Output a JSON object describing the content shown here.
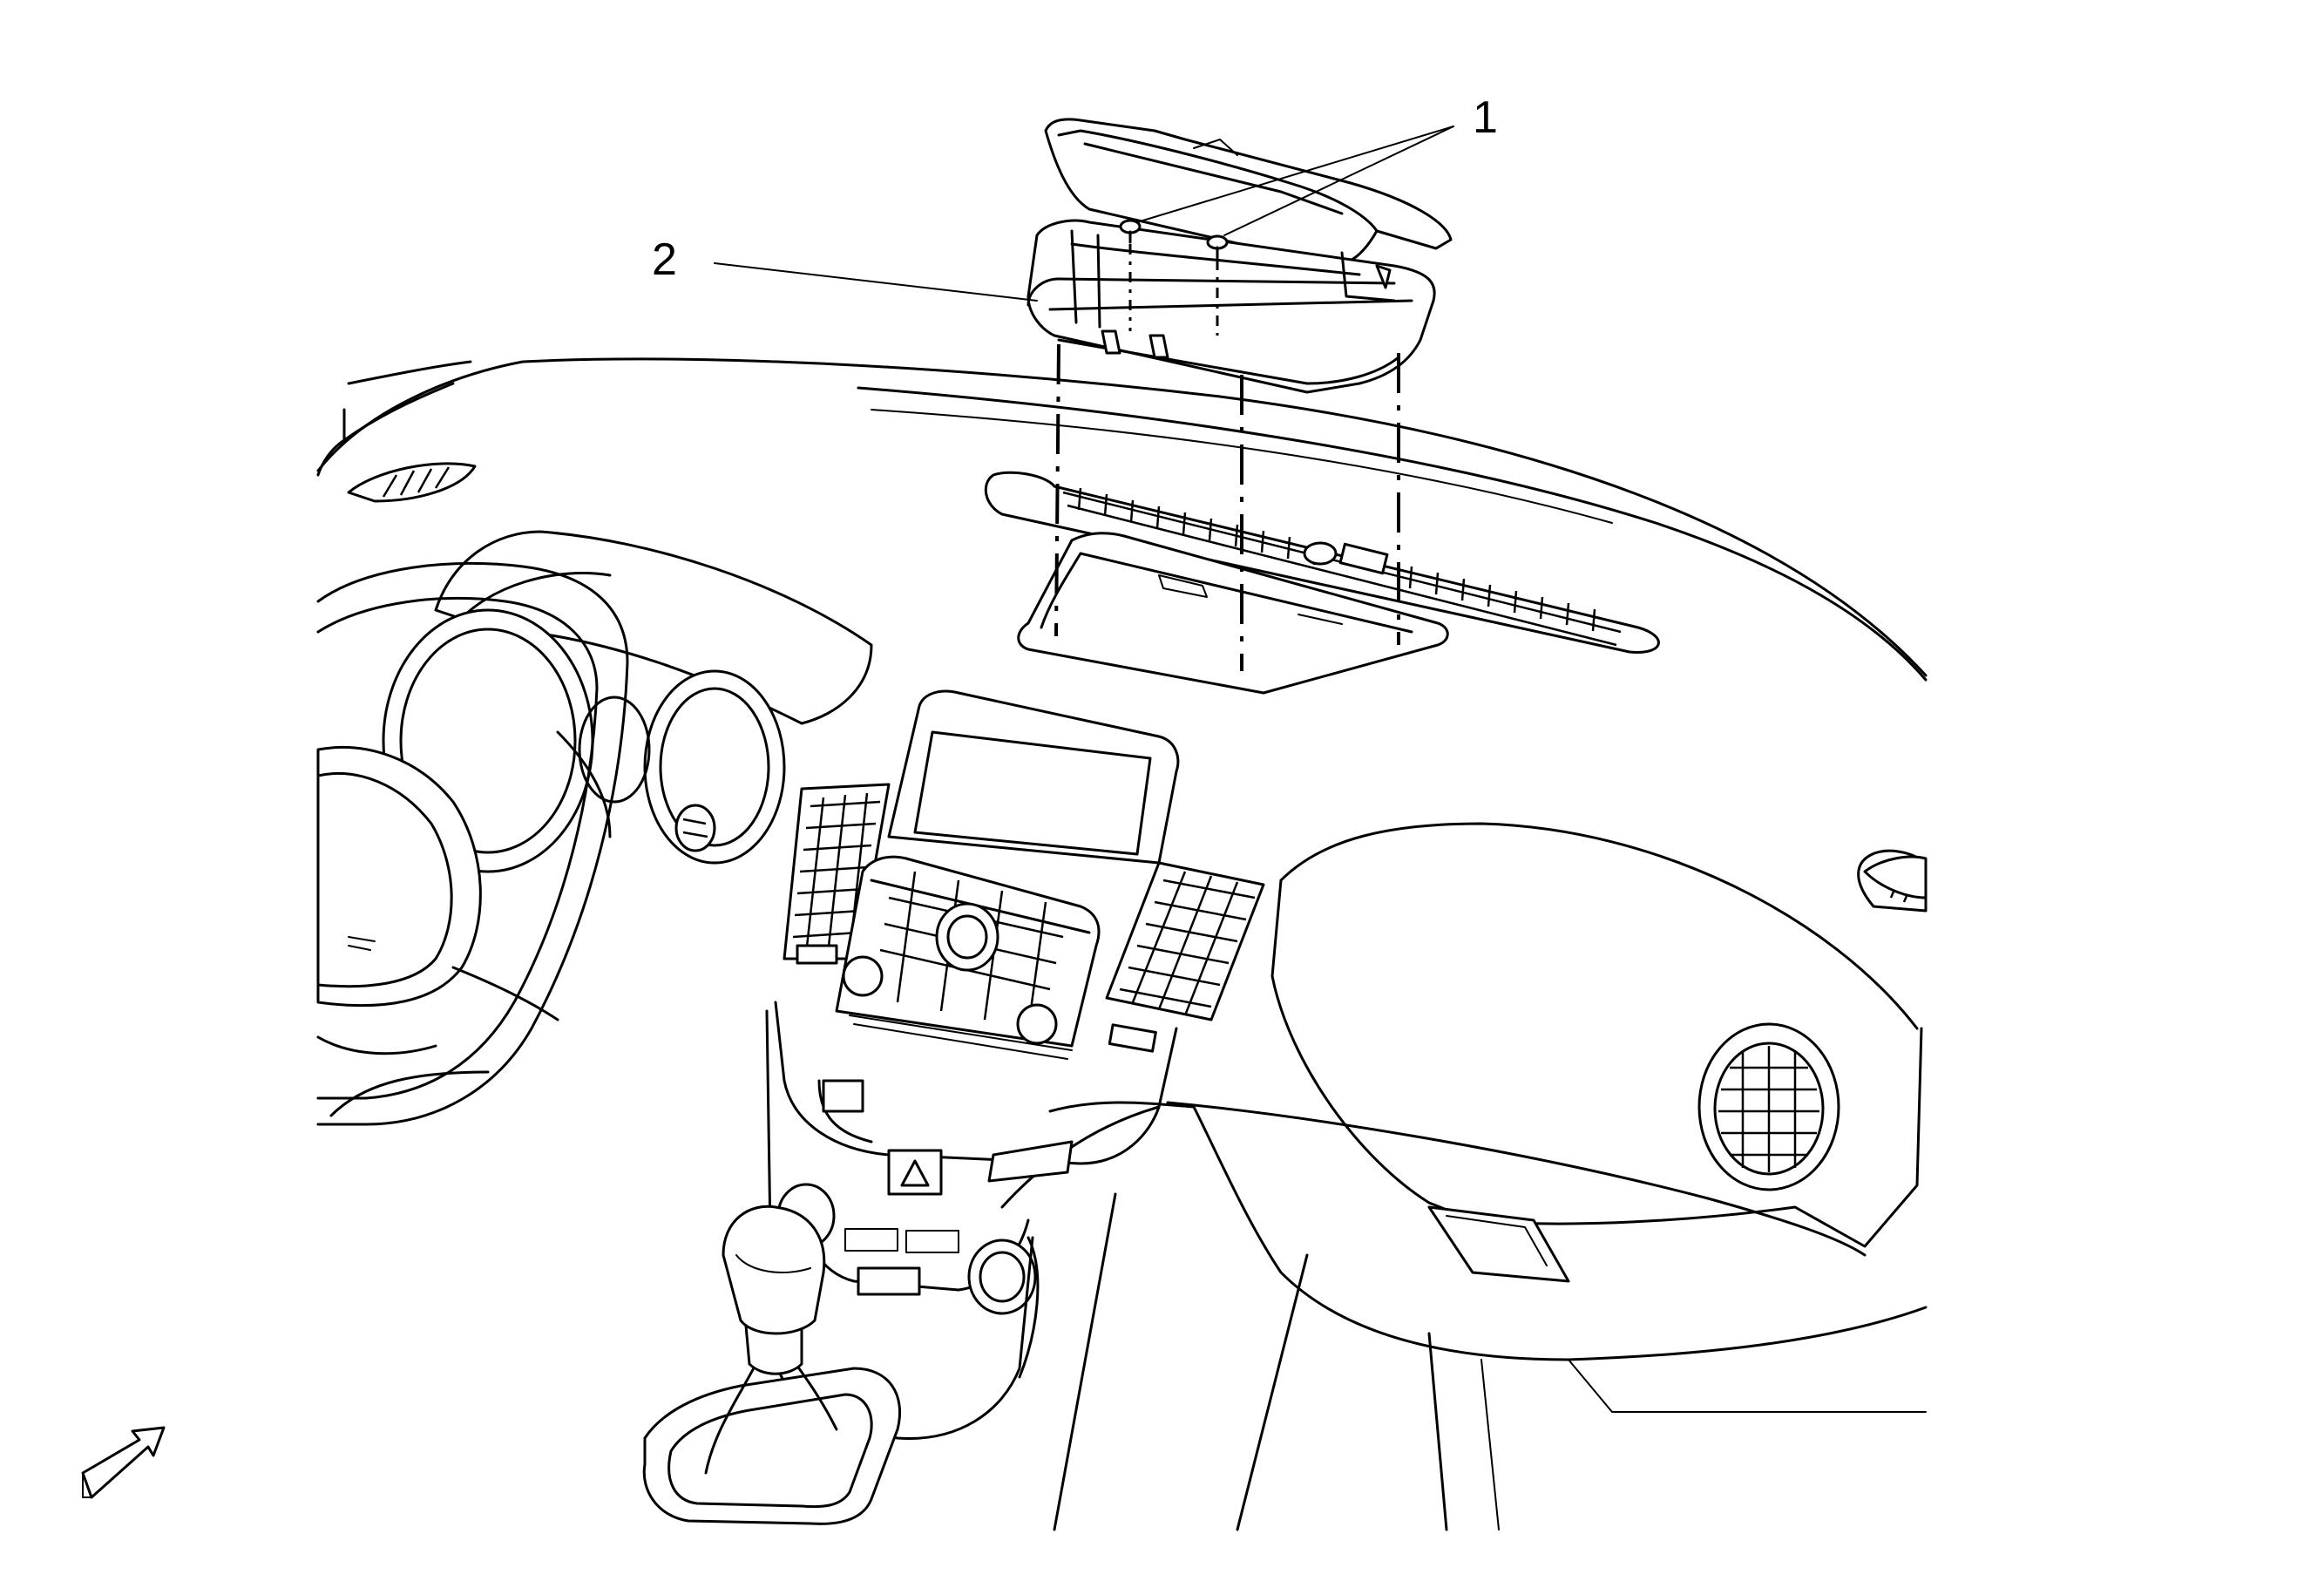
{
  "figure": {
    "callouts": [
      {
        "id": "callout-1",
        "label": "1"
      },
      {
        "id": "callout-2",
        "label": "2"
      }
    ],
    "orientation_icon": "forward-direction-arrow-icon"
  }
}
